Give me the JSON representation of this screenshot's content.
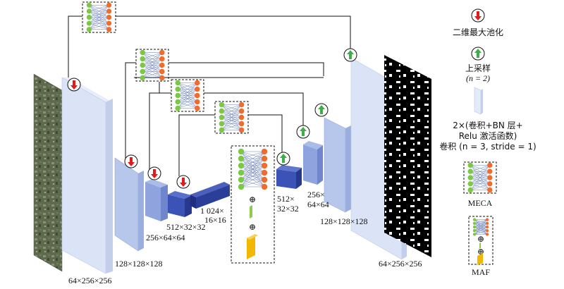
{
  "labels": {
    "input_size": "64×256×256",
    "enc1": "128×128×128",
    "enc2": "256×64×64",
    "enc3": "512×32×32",
    "bottleneck_line1": "1 024×",
    "bottleneck_line2": "16×16",
    "dec3_line1": "512×",
    "dec3_line2": "32×32",
    "dec2_line1": "256×",
    "dec2_line2": "64×64",
    "dec1": "128×128×128",
    "output_size": "64×256×256",
    "plus1": "⊕",
    "plus2": "⊕"
  },
  "legend": {
    "maxpool": "二维最大池化",
    "upsample": "上采样",
    "upsample_n": "(n = 2)",
    "conv_line1": "2×(卷积+BN 层+",
    "conv_line2": "Relu 激活函数)",
    "conv_line3": "卷积 (n = 3, stride = 1)",
    "meca": "MECA",
    "maf": "MAF"
  },
  "colors": {
    "green_node": "#7ac943",
    "orange_node": "#f26b2a",
    "red_arrow": "#e01b1b",
    "green_arrow": "#3fae49",
    "light_block": "#c5d3ee",
    "mid_block": "#7f95d3",
    "dark_block": "#2e3f9c",
    "yellow": "#f2b800"
  }
}
